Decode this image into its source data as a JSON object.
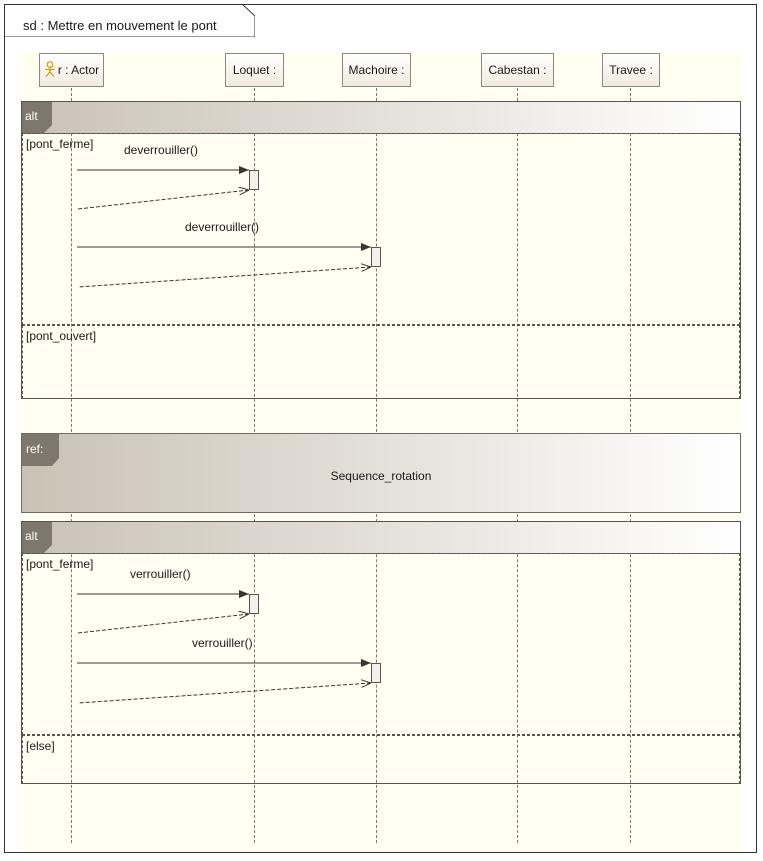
{
  "diagram": {
    "title": "sd : Mettre en mouvement le pont",
    "lifelines": [
      {
        "name": "r : Actor",
        "icon": "actor-stick-figure-icon"
      },
      {
        "name": "Loquet :"
      },
      {
        "name": "Machoire :"
      },
      {
        "name": "Cabestan :"
      },
      {
        "name": "Travee :"
      }
    ],
    "fragment1": {
      "operator": "alt",
      "operand1": {
        "guard": "[pont_ferme]",
        "messages": [
          {
            "label": "deverrouiller()",
            "from": "r : Actor",
            "to": "Loquet :"
          },
          {
            "label": "deverrouiller()",
            "from": "r : Actor",
            "to": "Machoire :"
          }
        ]
      },
      "operand2": {
        "guard": "[pont_ouvert]"
      }
    },
    "ref": {
      "tag": "ref:",
      "name": "Sequence_rotation"
    },
    "fragment2": {
      "operator": "alt",
      "operand1": {
        "guard": "[pont_ferme]",
        "messages": [
          {
            "label": "verrouiller()",
            "from": "r : Actor",
            "to": "Loquet :"
          },
          {
            "label": "verrouiller()",
            "from": "r : Actor",
            "to": "Machoire :"
          }
        ]
      },
      "operand2": {
        "guard": "[else]"
      }
    },
    "colors": {
      "canvas": "#fffff2",
      "band_dark": "#c9c2b5",
      "tag_fill": "#7d776d",
      "line": "#333333"
    }
  }
}
